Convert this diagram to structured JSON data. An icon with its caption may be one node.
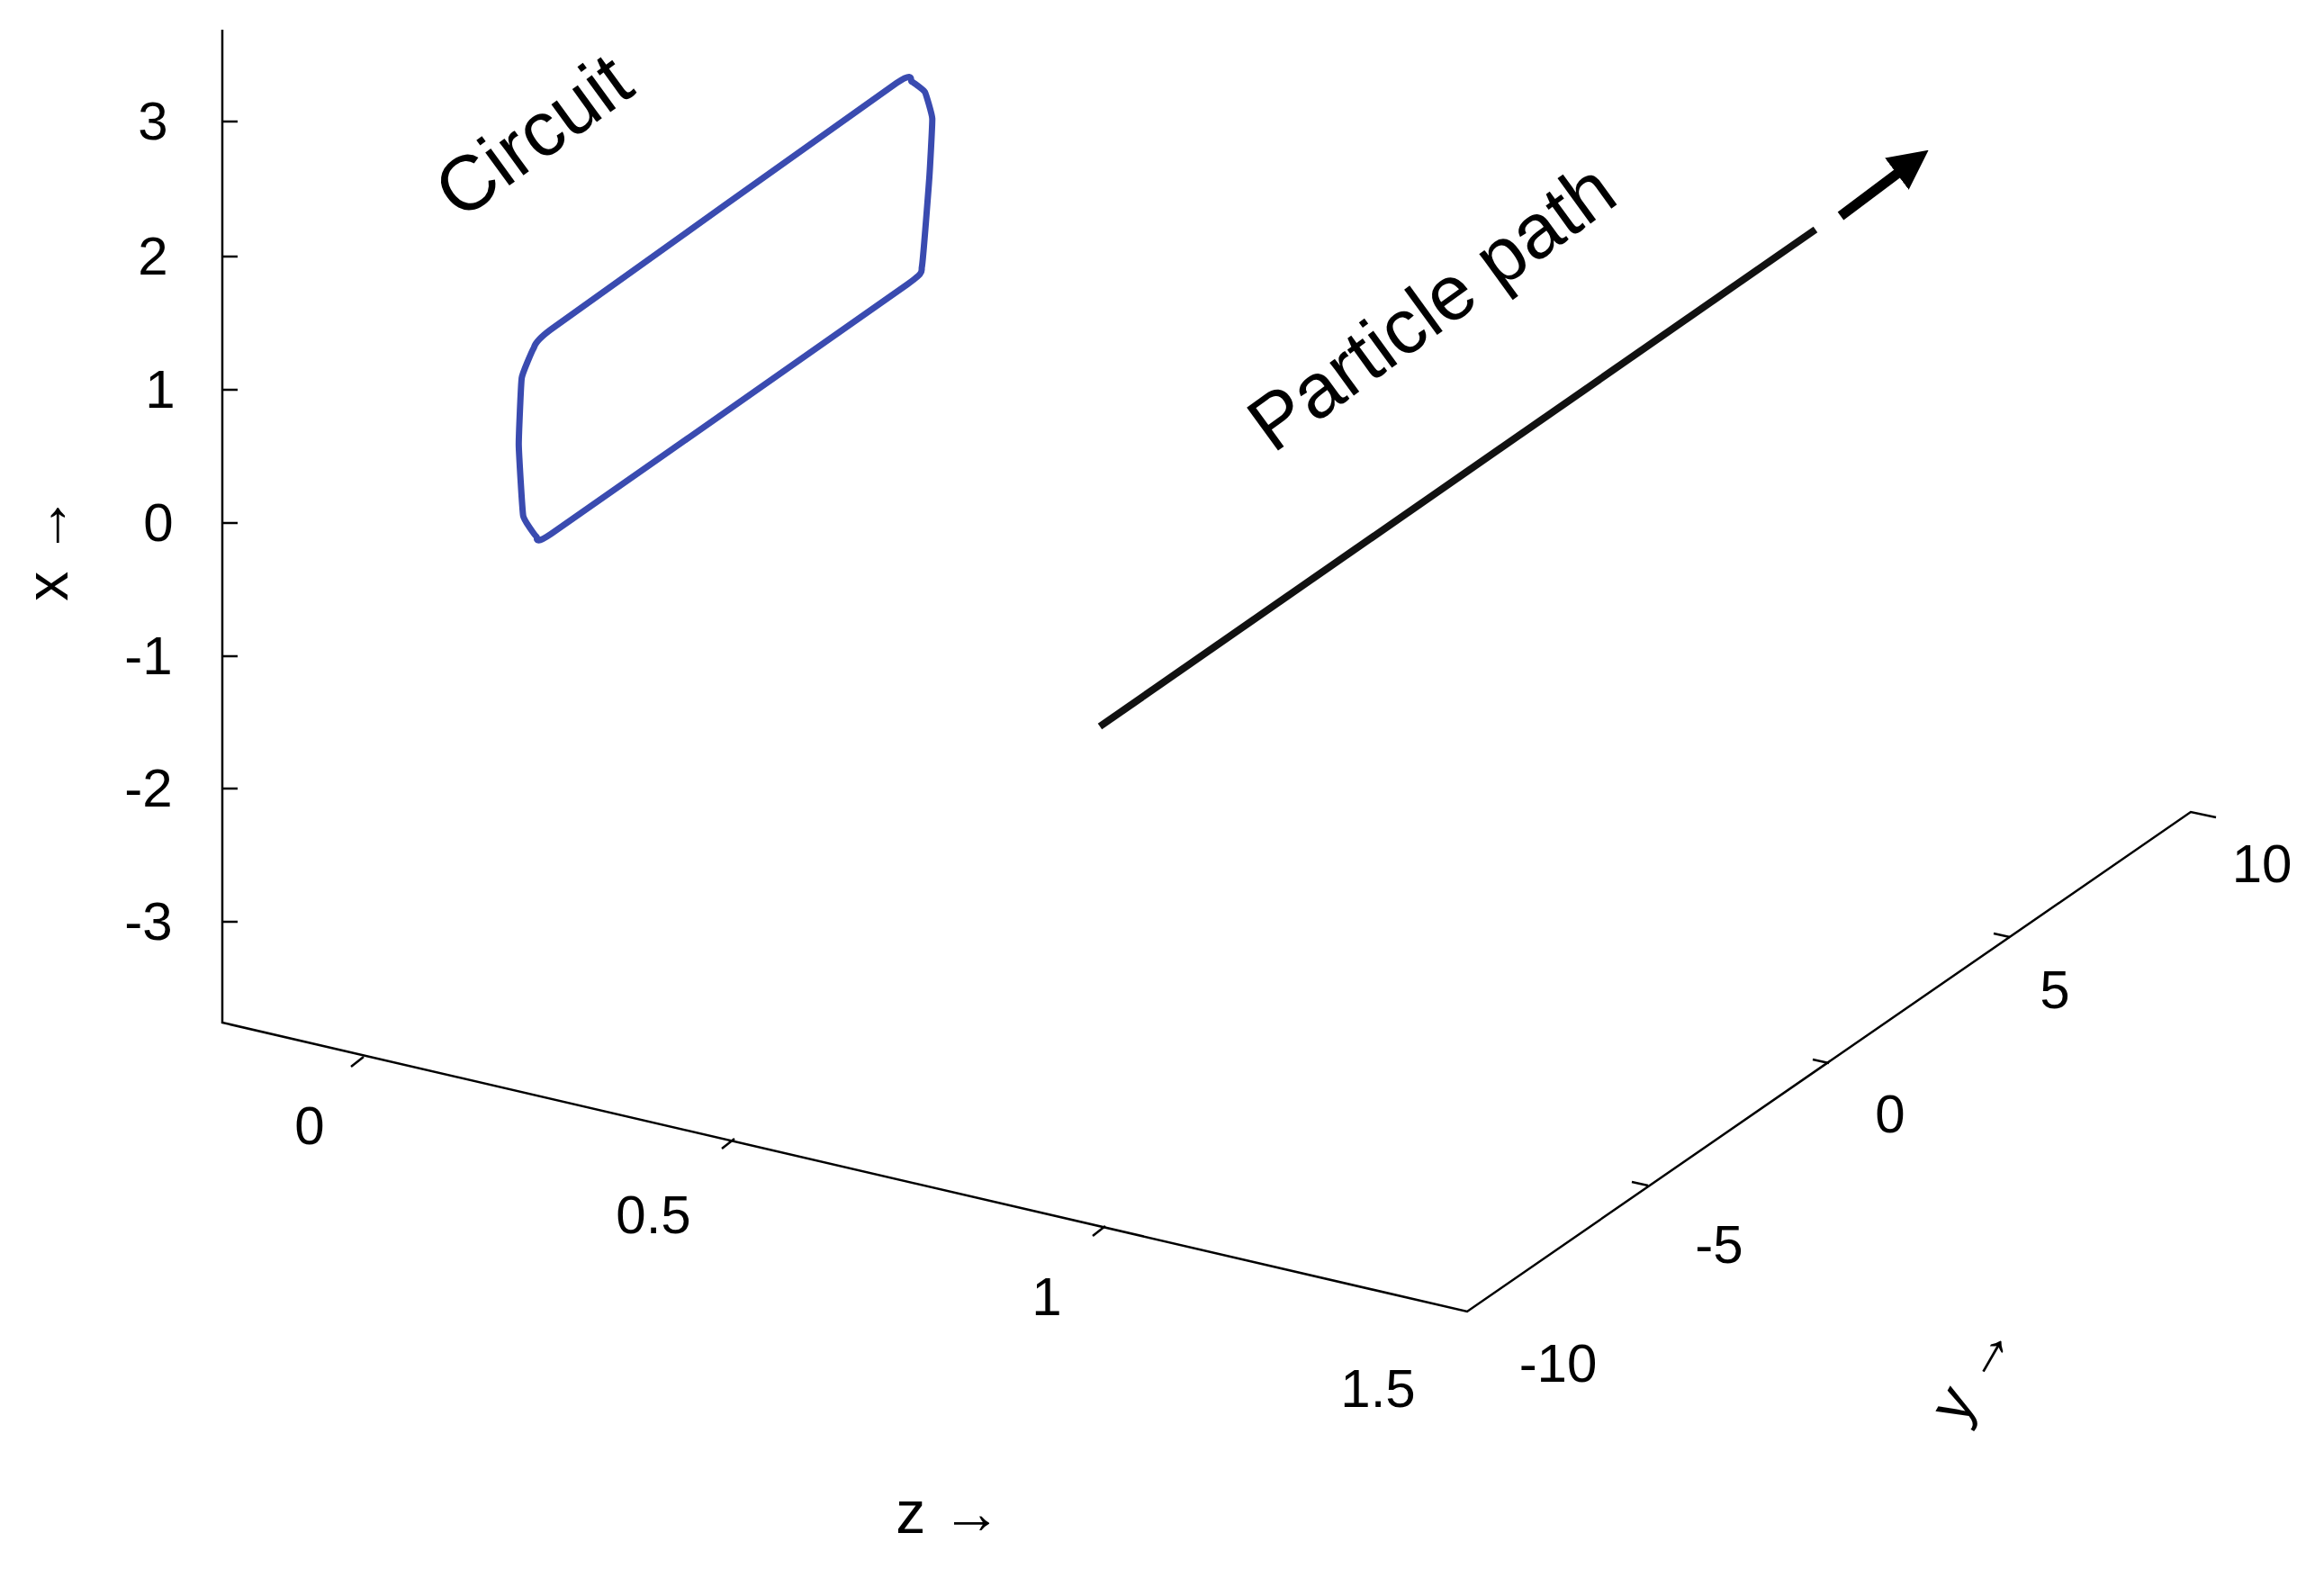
{
  "diagram": {
    "labels": [
      "Circuit",
      "Particle path",
      "3",
      "2",
      "1",
      "0",
      "-1",
      "-2",
      "-3",
      "x →",
      "0",
      "0.5",
      "1",
      "1.5",
      "z →",
      "10",
      "5",
      "0",
      "-5",
      "-10",
      "y →"
    ]
  }
}
